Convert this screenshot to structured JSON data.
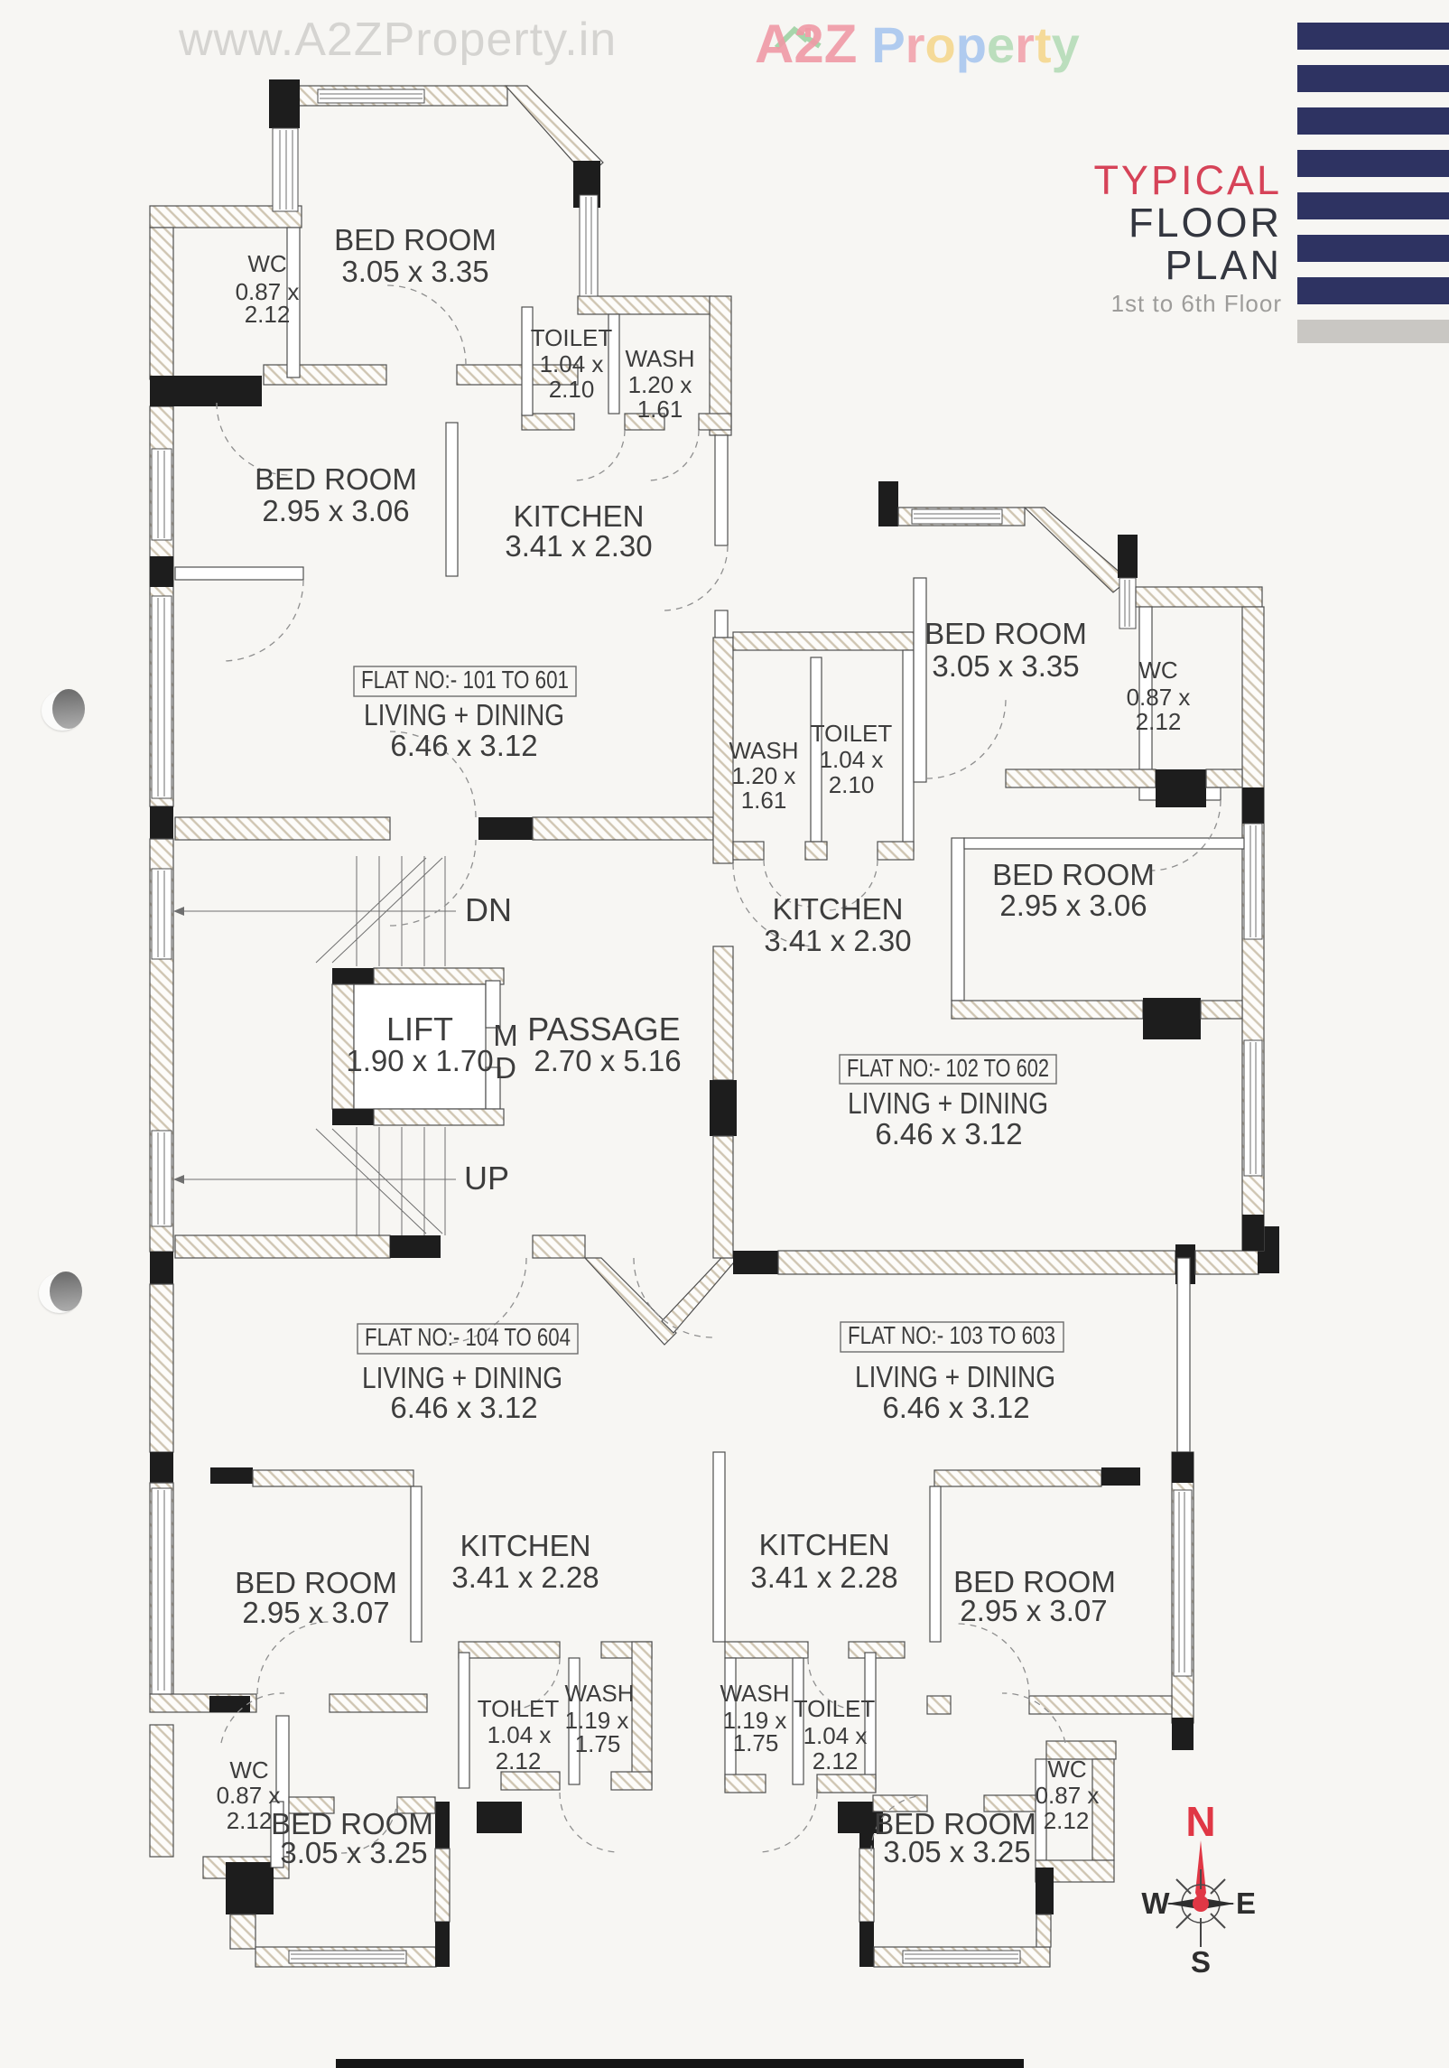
{
  "watermark": "www.A2ZProperty.in",
  "logo": {
    "a2z_letters": [
      "A",
      "2",
      "Z"
    ],
    "property_letters": [
      "P",
      "r",
      "o",
      "p",
      "e",
      "r",
      "t",
      "y"
    ]
  },
  "title_block": {
    "typical": "TYPICAL",
    "floor": "FLOOR",
    "plan": "PLAN",
    "subtitle": "1st to 6th Floor"
  },
  "core": {
    "dn": "DN",
    "up": "UP",
    "lift_name": "LIFT",
    "lift_dim": "1.90 x 1.70",
    "passage_name": "PASSAGE",
    "passage_dim": "2.70 x 5.16",
    "meter_m": "M",
    "meter_d": "D"
  },
  "flats": {
    "f101": {
      "flat_no": "FLAT NO:- 101 TO 601",
      "living_name": "LIVING + DINING",
      "living_dim": "6.46 x 3.12",
      "bed_top_name": "BED ROOM",
      "bed_top_dim": "3.05 x 3.35",
      "bed_side_name": "BED ROOM",
      "bed_side_dim": "2.95 x 3.06",
      "kitchen_name": "KITCHEN",
      "kitchen_dim": "3.41 x 2.30",
      "wc_name": "WC",
      "wc_dim_l1": "0.87 x",
      "wc_dim_l2": "2.12",
      "toilet_name": "TOILET",
      "toilet_dim_l1": "1.04 x",
      "toilet_dim_l2": "2.10",
      "wash_name": "WASH",
      "wash_dim_l1": "1.20 x",
      "wash_dim_l2": "1.61"
    },
    "f102": {
      "flat_no": "FLAT NO:- 102 TO 602",
      "living_name": "LIVING + DINING",
      "living_dim": "6.46 x 3.12",
      "bed_top_name": "BED ROOM",
      "bed_top_dim": "3.05 x 3.35",
      "bed_side_name": "BED ROOM",
      "bed_side_dim": "2.95 x 3.06",
      "kitchen_name": "KITCHEN",
      "kitchen_dim": "3.41 x 2.30",
      "wc_name": "WC",
      "wc_dim_l1": "0.87 x",
      "wc_dim_l2": "2.12",
      "toilet_name": "TOILET",
      "toilet_dim_l1": "1.04 x",
      "toilet_dim_l2": "2.10",
      "wash_name": "WASH",
      "wash_dim_l1": "1.20 x",
      "wash_dim_l2": "1.61"
    },
    "f103": {
      "flat_no": "FLAT NO:- 103 TO 603",
      "living_name": "LIVING + DINING",
      "living_dim": "6.46 x 3.12",
      "bed_side_name": "BED ROOM",
      "bed_side_dim": "2.95 x 3.07",
      "bed_bottom_name": "BED ROOM",
      "bed_bottom_dim": "3.05 x 3.25",
      "kitchen_name": "KITCHEN",
      "kitchen_dim": "3.41 x 2.28",
      "wc_name": "WC",
      "wc_dim_l1": "0.87 x",
      "wc_dim_l2": "2.12",
      "toilet_name": "TOILET",
      "toilet_dim_l1": "1.04 x",
      "toilet_dim_l2": "2.12",
      "wash_name": "WASH",
      "wash_dim_l1": "1.19 x",
      "wash_dim_l2": "1.75"
    },
    "f104": {
      "flat_no": "FLAT NO:- 104 TO 604",
      "living_name": "LIVING + DINING",
      "living_dim": "6.46 x 3.12",
      "bed_side_name": "BED ROOM",
      "bed_side_dim": "2.95 x 3.07",
      "bed_bottom_name": "BED ROOM",
      "bed_bottom_dim": "3.05 x 3.25",
      "kitchen_name": "KITCHEN",
      "kitchen_dim": "3.41 x 2.28",
      "wc_name": "WC",
      "wc_dim_l1": "0.87 x",
      "wc_dim_l2": "2.12",
      "toilet_name": "TOILET",
      "toilet_dim_l1": "1.04 x",
      "toilet_dim_l2": "2.12",
      "wash_name": "WASH",
      "wash_dim_l1": "1.19 x",
      "wash_dim_l2": "1.75"
    }
  },
  "compass": {
    "n": "N",
    "e": "E",
    "s": "S",
    "w": "W"
  }
}
